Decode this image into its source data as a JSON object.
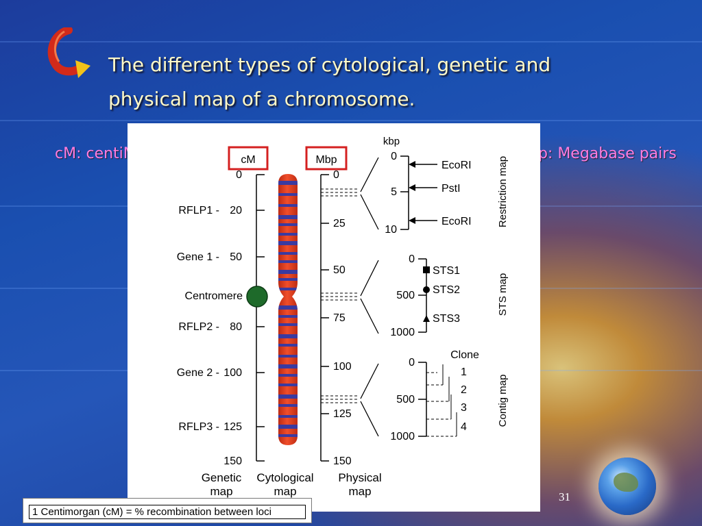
{
  "title_line1": "The different types of cytological, genetic and",
  "title_line2": "physical map of a chromosome.",
  "cm_definition": "cM: centiMorgan",
  "mbp_definition": "Mbp: Megabase pairs",
  "footnote": "1 Centimorgan (cM) = % recombination between loci",
  "page_number": "31",
  "figure": {
    "cm_box": "cM",
    "mbp_box": "Mbp",
    "kbp_label": "kbp",
    "genetic_ticks": [
      {
        "value": "0",
        "label": ""
      },
      {
        "value": "20",
        "label": "RFLP1 -"
      },
      {
        "value": "50",
        "label": "Gene 1 -"
      },
      {
        "value": "80",
        "label": "RFLP2 -"
      },
      {
        "value": "100",
        "label": "Gene 2 -"
      },
      {
        "value": "125",
        "label": "RFLP3 -"
      },
      {
        "value": "150",
        "label": ""
      }
    ],
    "centromere_label": "Centromere",
    "physical_ticks": [
      "0",
      "25",
      "50",
      "75",
      "100",
      "125",
      "150"
    ],
    "restriction": {
      "ticks": [
        "0",
        "5",
        "10"
      ],
      "sites": [
        "EcoRI",
        "PstI",
        "EcoRI"
      ],
      "title": "Restriction map"
    },
    "sts": {
      "ticks": [
        "0",
        "500",
        "1000"
      ],
      "markers": [
        "STS1",
        "STS2",
        "STS3"
      ],
      "title": "STS map"
    },
    "contig": {
      "ticks": [
        "0",
        "500",
        "1000"
      ],
      "header": "Clone",
      "clones": [
        "1",
        "2",
        "3",
        "4"
      ],
      "title": "Contig map"
    },
    "bottom_labels": {
      "genetic_1": "Genetic",
      "genetic_2": "map",
      "cyto_1": "Cytological",
      "cyto_2": "map",
      "physical_1": "Physical",
      "physical_2": "map"
    }
  },
  "colors": {
    "title": "#fff9c8",
    "definitions": "#ff7de0",
    "box_outline": "#d42020",
    "chromosome_red": "#e83a1c",
    "chromosome_band": "#3a3aa0",
    "centromere": "#1e6a2a"
  }
}
